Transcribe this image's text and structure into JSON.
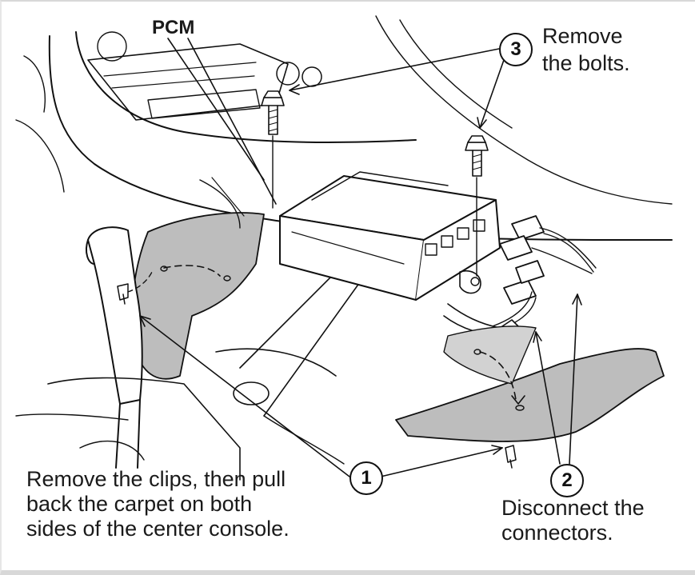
{
  "labels": {
    "pcm": "PCM",
    "bolts_line1": "Remove",
    "bolts_line2": "the bolts.",
    "clips_line1": "Remove the clips, then pull",
    "clips_line2": "back the carpet on both",
    "clips_line3": "sides of the center console.",
    "connectors_line1": "Disconnect the",
    "connectors_line2": "connectors."
  },
  "callouts": {
    "one": "1",
    "two": "2",
    "three": "3"
  },
  "colors": {
    "line": "#111111",
    "shade": "#b9b9b9",
    "shade_light": "#d9d9d9"
  }
}
